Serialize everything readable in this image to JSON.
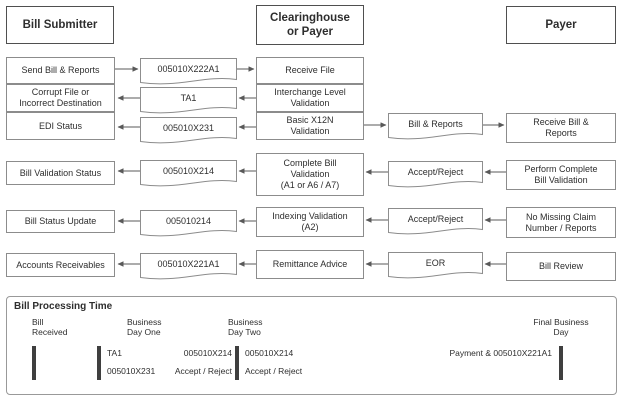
{
  "colors": {
    "box_border": "#8c8c8c",
    "header_border": "#4f4f4f",
    "text": "#2e2e2e",
    "arrow": "#595959",
    "panel_border": "#999999",
    "tick": "#3f3f3f"
  },
  "headers": {
    "left": "Bill Submitter",
    "middle": "Clearinghouse\nor Payer",
    "right": "Payer"
  },
  "flow": {
    "left_boxes": [
      "Send Bill & Reports",
      "Corrupt File or\nIncorrect Destination",
      "EDI Status",
      "Bill Validation Status",
      "Bill Status Update",
      "Accounts Receivables"
    ],
    "left_docs": [
      "005010X222A1",
      "TA1",
      "005010X231",
      "005010X214",
      "005010214",
      "005010X221A1"
    ],
    "middle_boxes": [
      "Receive File",
      "Interchange Level\nValidation",
      "Basic X12N\nValidation",
      "Complete Bill\nValidation\n(A1 or A6 / A7)",
      "Indexing Validation\n(A2)",
      "Remittance Advice"
    ],
    "right_docs": [
      "Bill & Reports",
      "Accept/Reject",
      "Accept/Reject",
      "EOR"
    ],
    "right_boxes": [
      "Receive Bill &\nReports",
      "Perform Complete\nBill Validation",
      "No Missing Claim\nNumber / Reports",
      "Bill Review"
    ]
  },
  "timeline": {
    "title": "Bill Processing Time",
    "milestones": [
      "Bill\nReceived",
      "Business\nDay One",
      "Business\nDay Two",
      "Final Business\nDay"
    ],
    "annotations": {
      "seg2_above_left": "TA1",
      "seg2_above_right": "005010X214",
      "seg2_below_left": "005010X231",
      "seg2_below_right": "Accept / Reject",
      "seg3_above_left": "005010X214",
      "seg3_below_left": "Accept / Reject",
      "seg3_above_right": "Payment & 005010X221A1"
    }
  }
}
